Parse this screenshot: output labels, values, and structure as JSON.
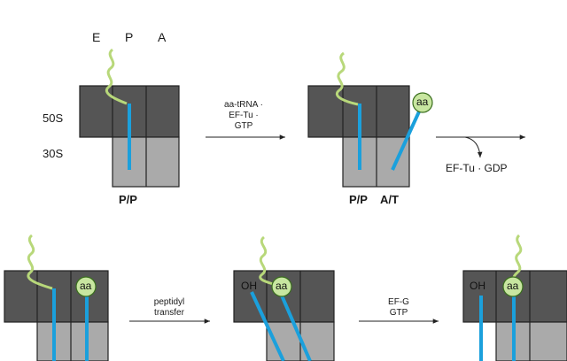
{
  "sites": {
    "e": "E",
    "p": "P",
    "a": "A"
  },
  "subunits": {
    "large": "50S",
    "small": "30S"
  },
  "states": {
    "pp": "P/P",
    "pp2": "P/P",
    "at": "A/T"
  },
  "arrows": {
    "delivery": [
      "aa-tRNA ·",
      "EF-Tu ·",
      "GTP"
    ],
    "release": "EF-Tu · GDP",
    "transfer": [
      "peptidyl",
      "transfer"
    ],
    "translocation": [
      "EF-G",
      "GTP"
    ]
  },
  "aa_label": "aa",
  "oh_label": "OH",
  "colors": {
    "large_subunit": "#555555",
    "small_subunit": "#aaaaaa",
    "trna": "#1ba0dc",
    "peptide": "#b8d87a",
    "aa_fill": "#c8e6a0",
    "aa_stroke": "#3a6e1e"
  }
}
